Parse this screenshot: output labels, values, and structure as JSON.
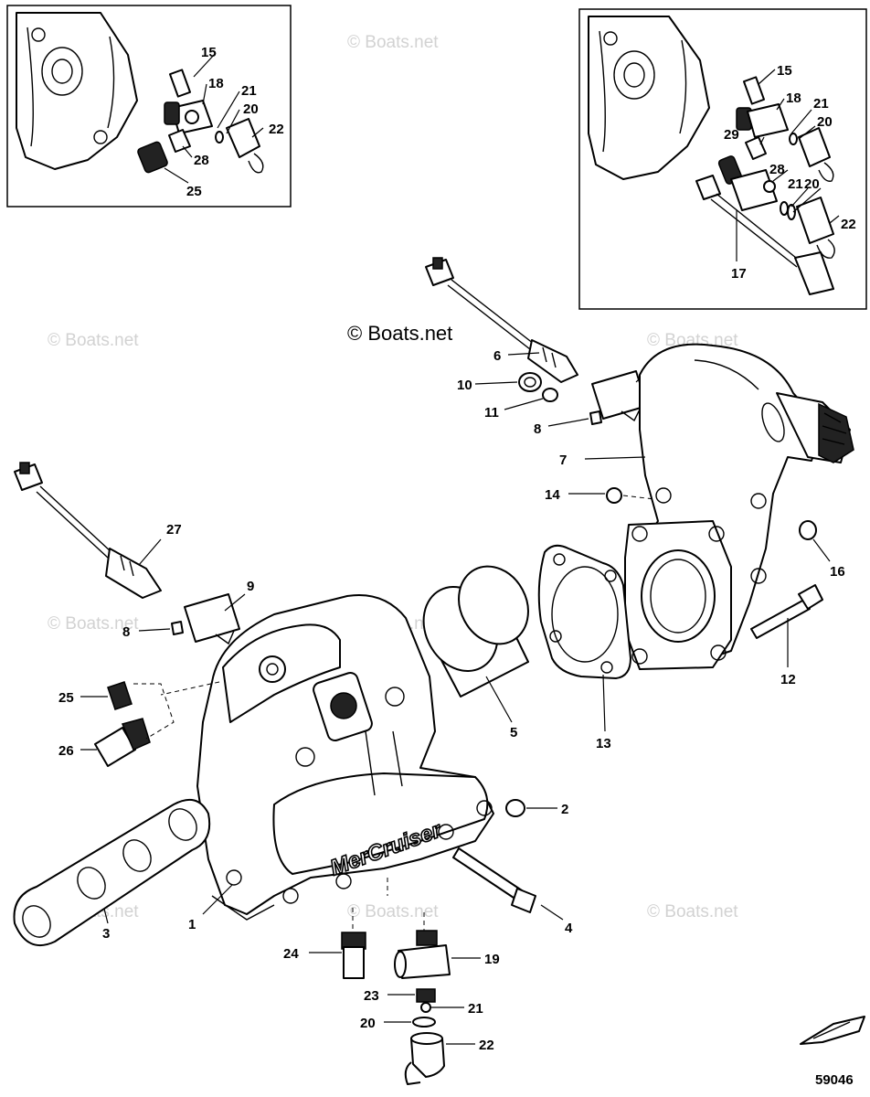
{
  "watermark": "© Boats.net",
  "main_watermark": "© Boats.net",
  "brand_text": "MerCruiser",
  "figure_number": "59046",
  "callouts": {
    "c1": "1",
    "c2": "2",
    "c3": "3",
    "c4": "4",
    "c5": "5",
    "c6": "6",
    "c7": "7",
    "c8a": "8",
    "c8b": "8",
    "c9a": "9",
    "c9b": "9",
    "c10": "10",
    "c11": "11",
    "c12": "12",
    "c13": "13",
    "c14": "14",
    "c16": "16",
    "c19": "19",
    "c20": "20",
    "c21": "21",
    "c22": "22",
    "c23": "23",
    "c24": "24",
    "c25": "25",
    "c26": "26",
    "c27": "27"
  },
  "inset_left": {
    "c15": "15",
    "c18": "18",
    "c21": "21",
    "c20": "20",
    "c22": "22",
    "c28": "28",
    "c25": "25"
  },
  "inset_right": {
    "c15": "15",
    "c18": "18",
    "c21a": "21",
    "c20a": "20",
    "c29": "29",
    "c28": "28",
    "c21b": "21",
    "c20b": "20",
    "c22": "22",
    "c17": "17"
  }
}
